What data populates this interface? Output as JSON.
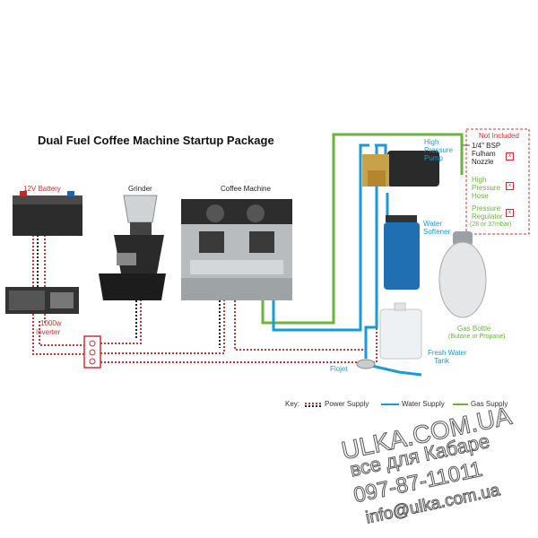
{
  "title": "Dual Fuel Coffee Machine Startup Package",
  "labels": {
    "battery": "12V Battery",
    "grinder": "Grinder",
    "coffee_machine": "Coffee Machine",
    "pump_1": "High",
    "pump_2": "Pressure",
    "pump_3": "Pump",
    "softener_1": "Water",
    "softener_2": "Softener",
    "inverter_1": "1000w",
    "inverter_2": "Inverter",
    "flojet": "Flojet",
    "tank_1": "Fresh Water",
    "tank_2": "Tank",
    "gas_1": "Gas Bottle",
    "gas_2": "(Butane or Propane)"
  },
  "not_included": {
    "heading": "Not Included",
    "items": [
      {
        "lines": [
          "1/4\" BSP",
          "Fulham",
          "Nozzle"
        ]
      },
      {
        "lines": [
          "High",
          "Pressure",
          "Hose"
        ]
      },
      {
        "lines": [
          "Pressure",
          "Regulator",
          "(28 or 37mbar)"
        ]
      }
    ],
    "mark": "x"
  },
  "key": {
    "label": "Key:",
    "power": "Power Supply",
    "water": "Water Supply",
    "gas": "Gas Supply"
  },
  "watermark": {
    "line1": "ULKA.COM.UA",
    "line2": "все для Кабаре",
    "line3": "097-87-11011",
    "line4": "info@ulka.com.ua"
  },
  "colors": {
    "power": "#d32f2f",
    "water": "#1a9ad6",
    "gas": "#6ab43e"
  }
}
